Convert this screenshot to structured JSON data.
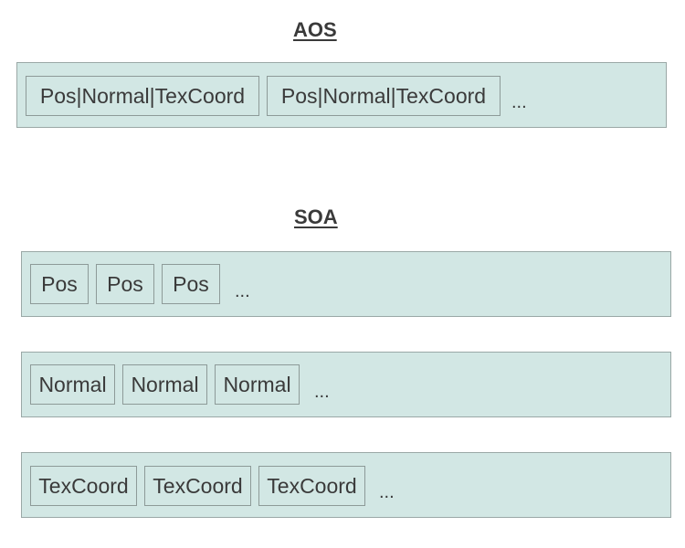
{
  "aos": {
    "title": "AOS",
    "cells": [
      "Pos|Normal|TexCoord",
      "Pos|Normal|TexCoord"
    ],
    "more": "..."
  },
  "soa": {
    "title": "SOA",
    "rows": [
      {
        "cells": [
          "Pos",
          "Pos",
          "Pos"
        ],
        "more": "..."
      },
      {
        "cells": [
          "Normal",
          "Normal",
          "Normal"
        ],
        "more": "..."
      },
      {
        "cells": [
          "TexCoord",
          "TexCoord",
          "TexCoord"
        ],
        "more": "..."
      }
    ]
  },
  "colors": {
    "band_fill": "#d2e7e4",
    "border": "#8d9a98",
    "text": "#3a3a3a"
  }
}
